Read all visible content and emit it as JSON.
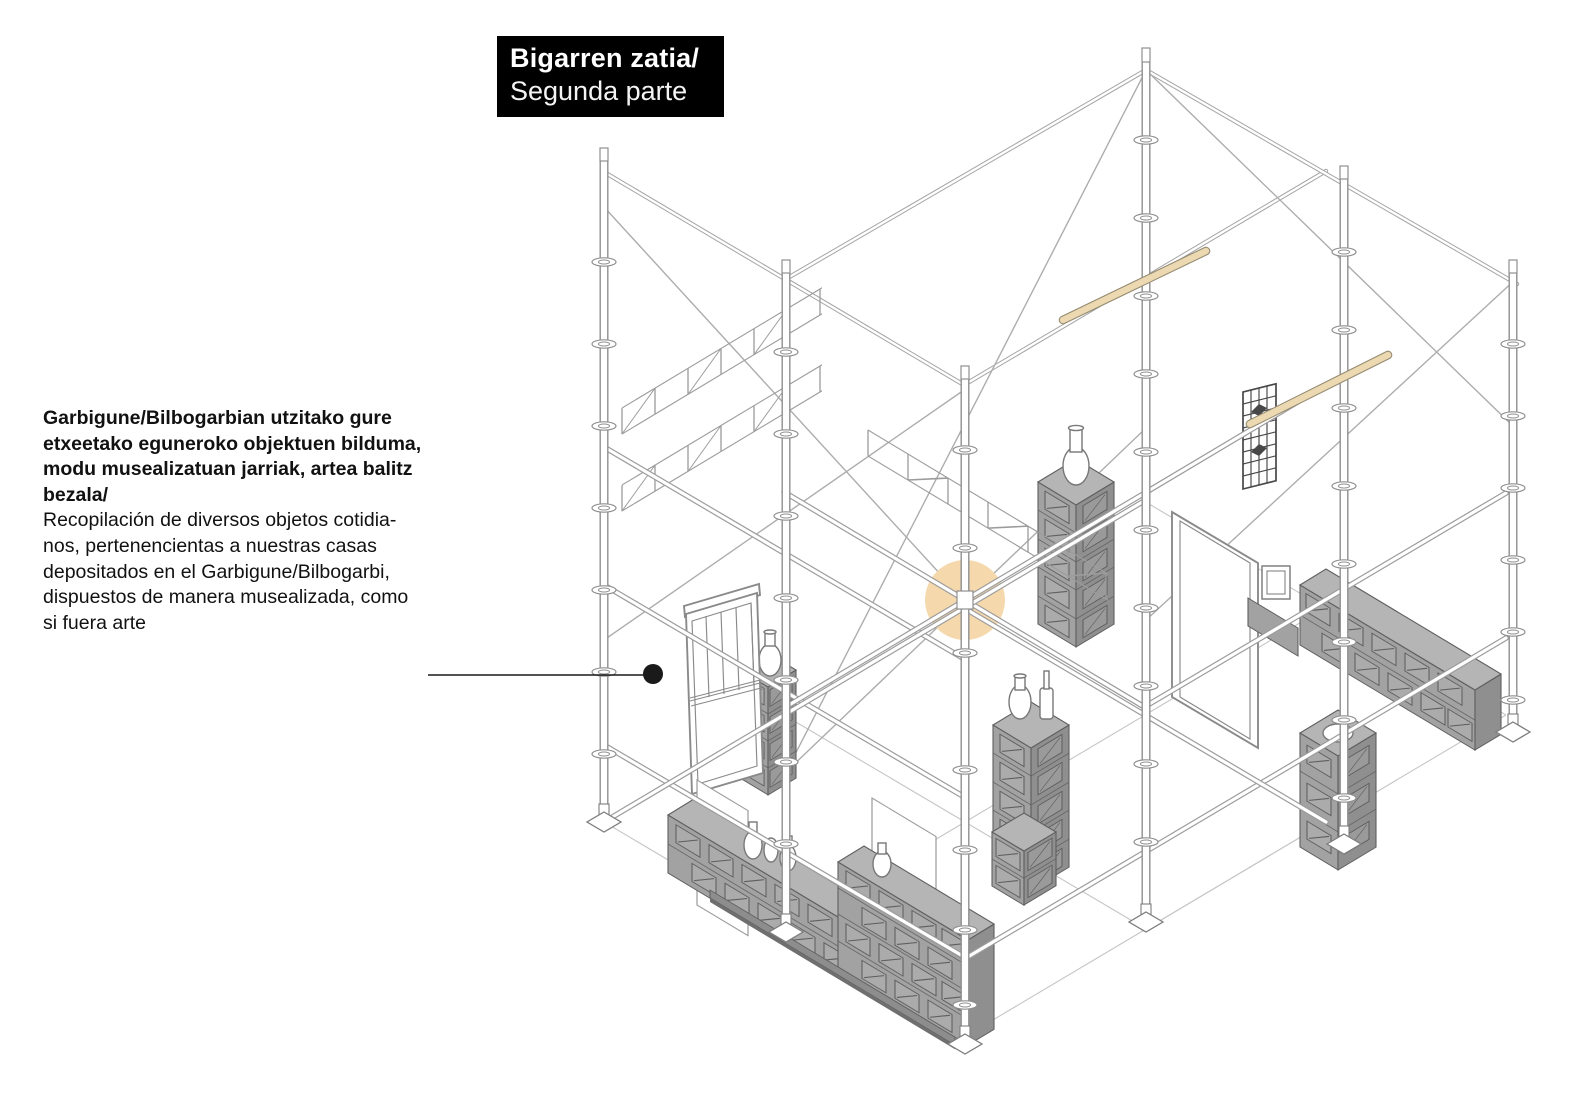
{
  "title_block": {
    "line1": "Bigarren zatia/",
    "line2": "Segunda parte"
  },
  "annotation": {
    "basque_lines": [
      "Garbigune/Bilbogarbian utzitako gure",
      "etxeetako eguneroko objektuen bilduma,",
      "modu musealizatuan jarriak, artea balitz",
      "bezala/"
    ],
    "spanish_lines": [
      "Recopilación de diversos objetos cotidia-",
      "nos, pertenencientas a nuestras casas",
      "depositados en el Garbigune/Bilbogarbi,",
      "dispuestos de manera musealizada, como",
      "si fuera arte"
    ]
  },
  "figure": {
    "icons": [
      "annotation-dot-icon",
      "highlight-circle-icon"
    ]
  },
  "colors": {
    "title_bg": "#000000",
    "title_fg": "#ffffff",
    "text_color": "#111111",
    "leader": "#1a1a1a",
    "highlight_circle": "#f5d9ad",
    "wood_rod": "#ecd9b2",
    "block_top": "#b5b5b5",
    "block_face": "#a2a2a2",
    "block_side": "#8f8f8f",
    "outline": "#5f5f5f",
    "scaffold_line": "#9c9c9c"
  }
}
